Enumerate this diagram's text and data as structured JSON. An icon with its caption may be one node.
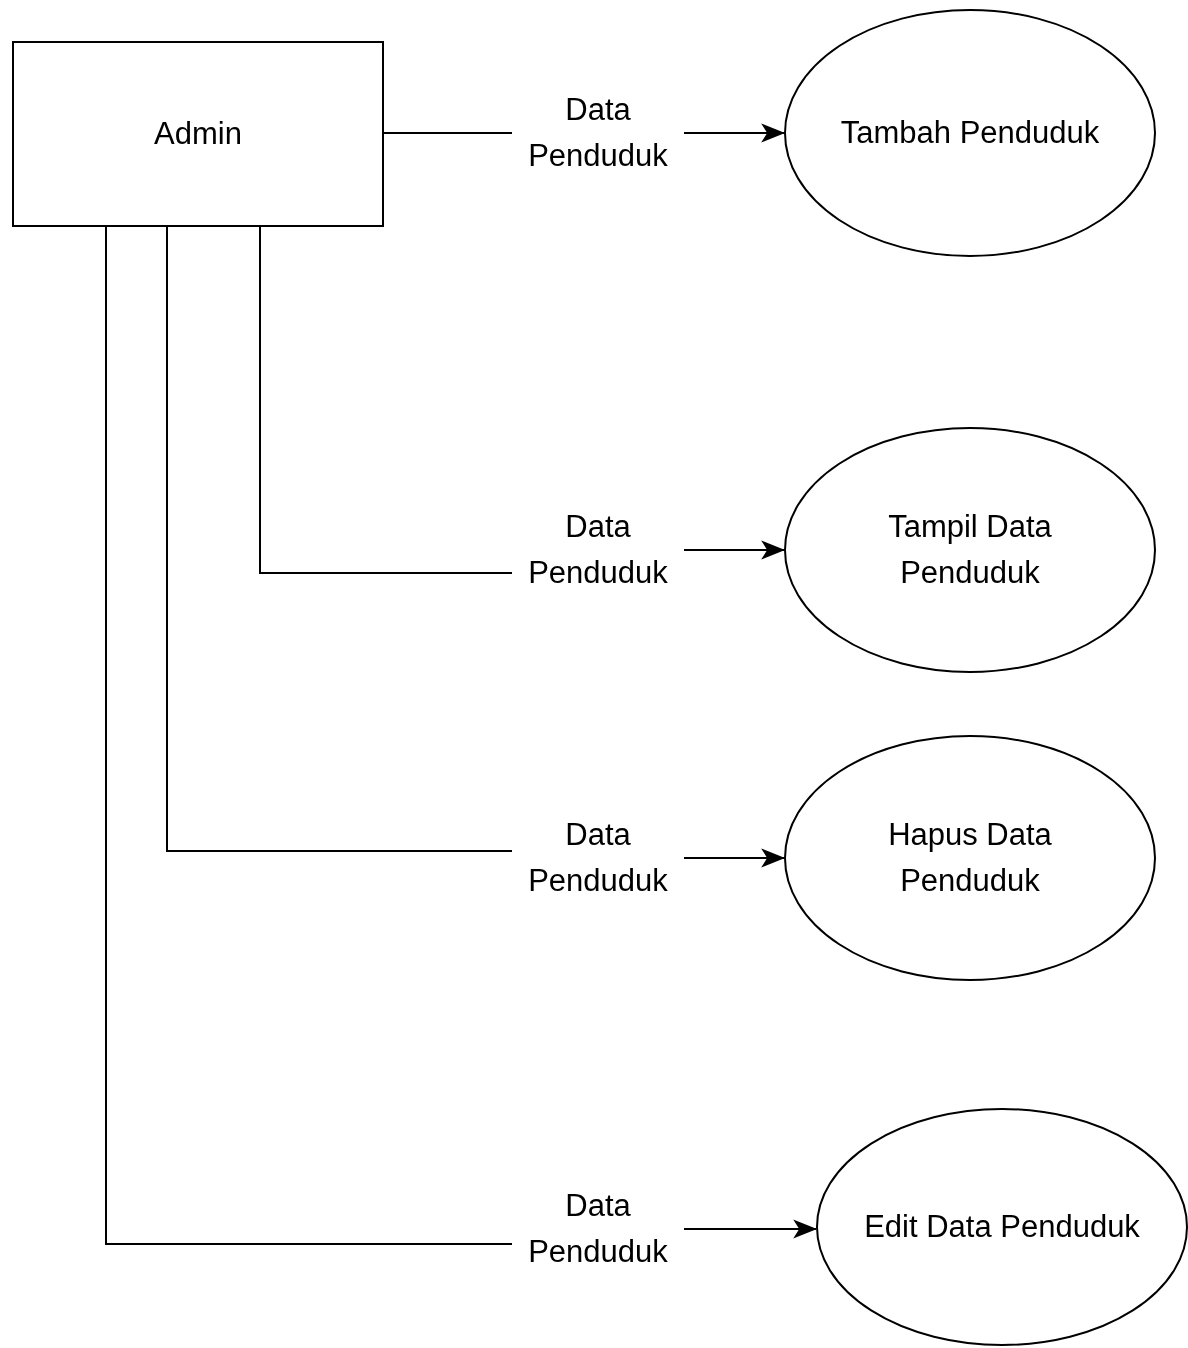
{
  "diagram": {
    "nodes": [
      {
        "text": [
          "Admin"
        ]
      },
      {
        "text": [
          "Tambah Penduduk"
        ]
      },
      {
        "text": [
          "Tampil Data Penduduk"
        ]
      },
      {
        "text": [
          "Hapus Data Penduduk"
        ]
      },
      {
        "text": [
          "Edit Data Penduduk"
        ]
      }
    ],
    "edges": [
      {
        "from": 0,
        "to": 1,
        "arrow": "to",
        "label": "Data Penduduk"
      },
      {
        "from": 0,
        "to": 2,
        "arrow": "to",
        "label": "Data Penduduk"
      },
      {
        "from": 0,
        "to": 3,
        "arrow": "to",
        "label": "Data Penduduk"
      },
      {
        "from": 0,
        "to": 4,
        "arrow": "to",
        "label": "Data Penduduk"
      }
    ]
  }
}
